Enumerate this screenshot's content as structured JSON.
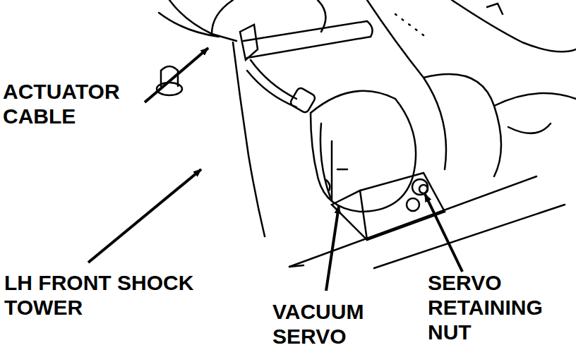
{
  "diagram": {
    "labels": [
      "ACTUATOR CABLE",
      "LH FRONT SHOCK TOWER",
      "VACUUM SERVO",
      "SERVO RETAINING NUT"
    ]
  }
}
